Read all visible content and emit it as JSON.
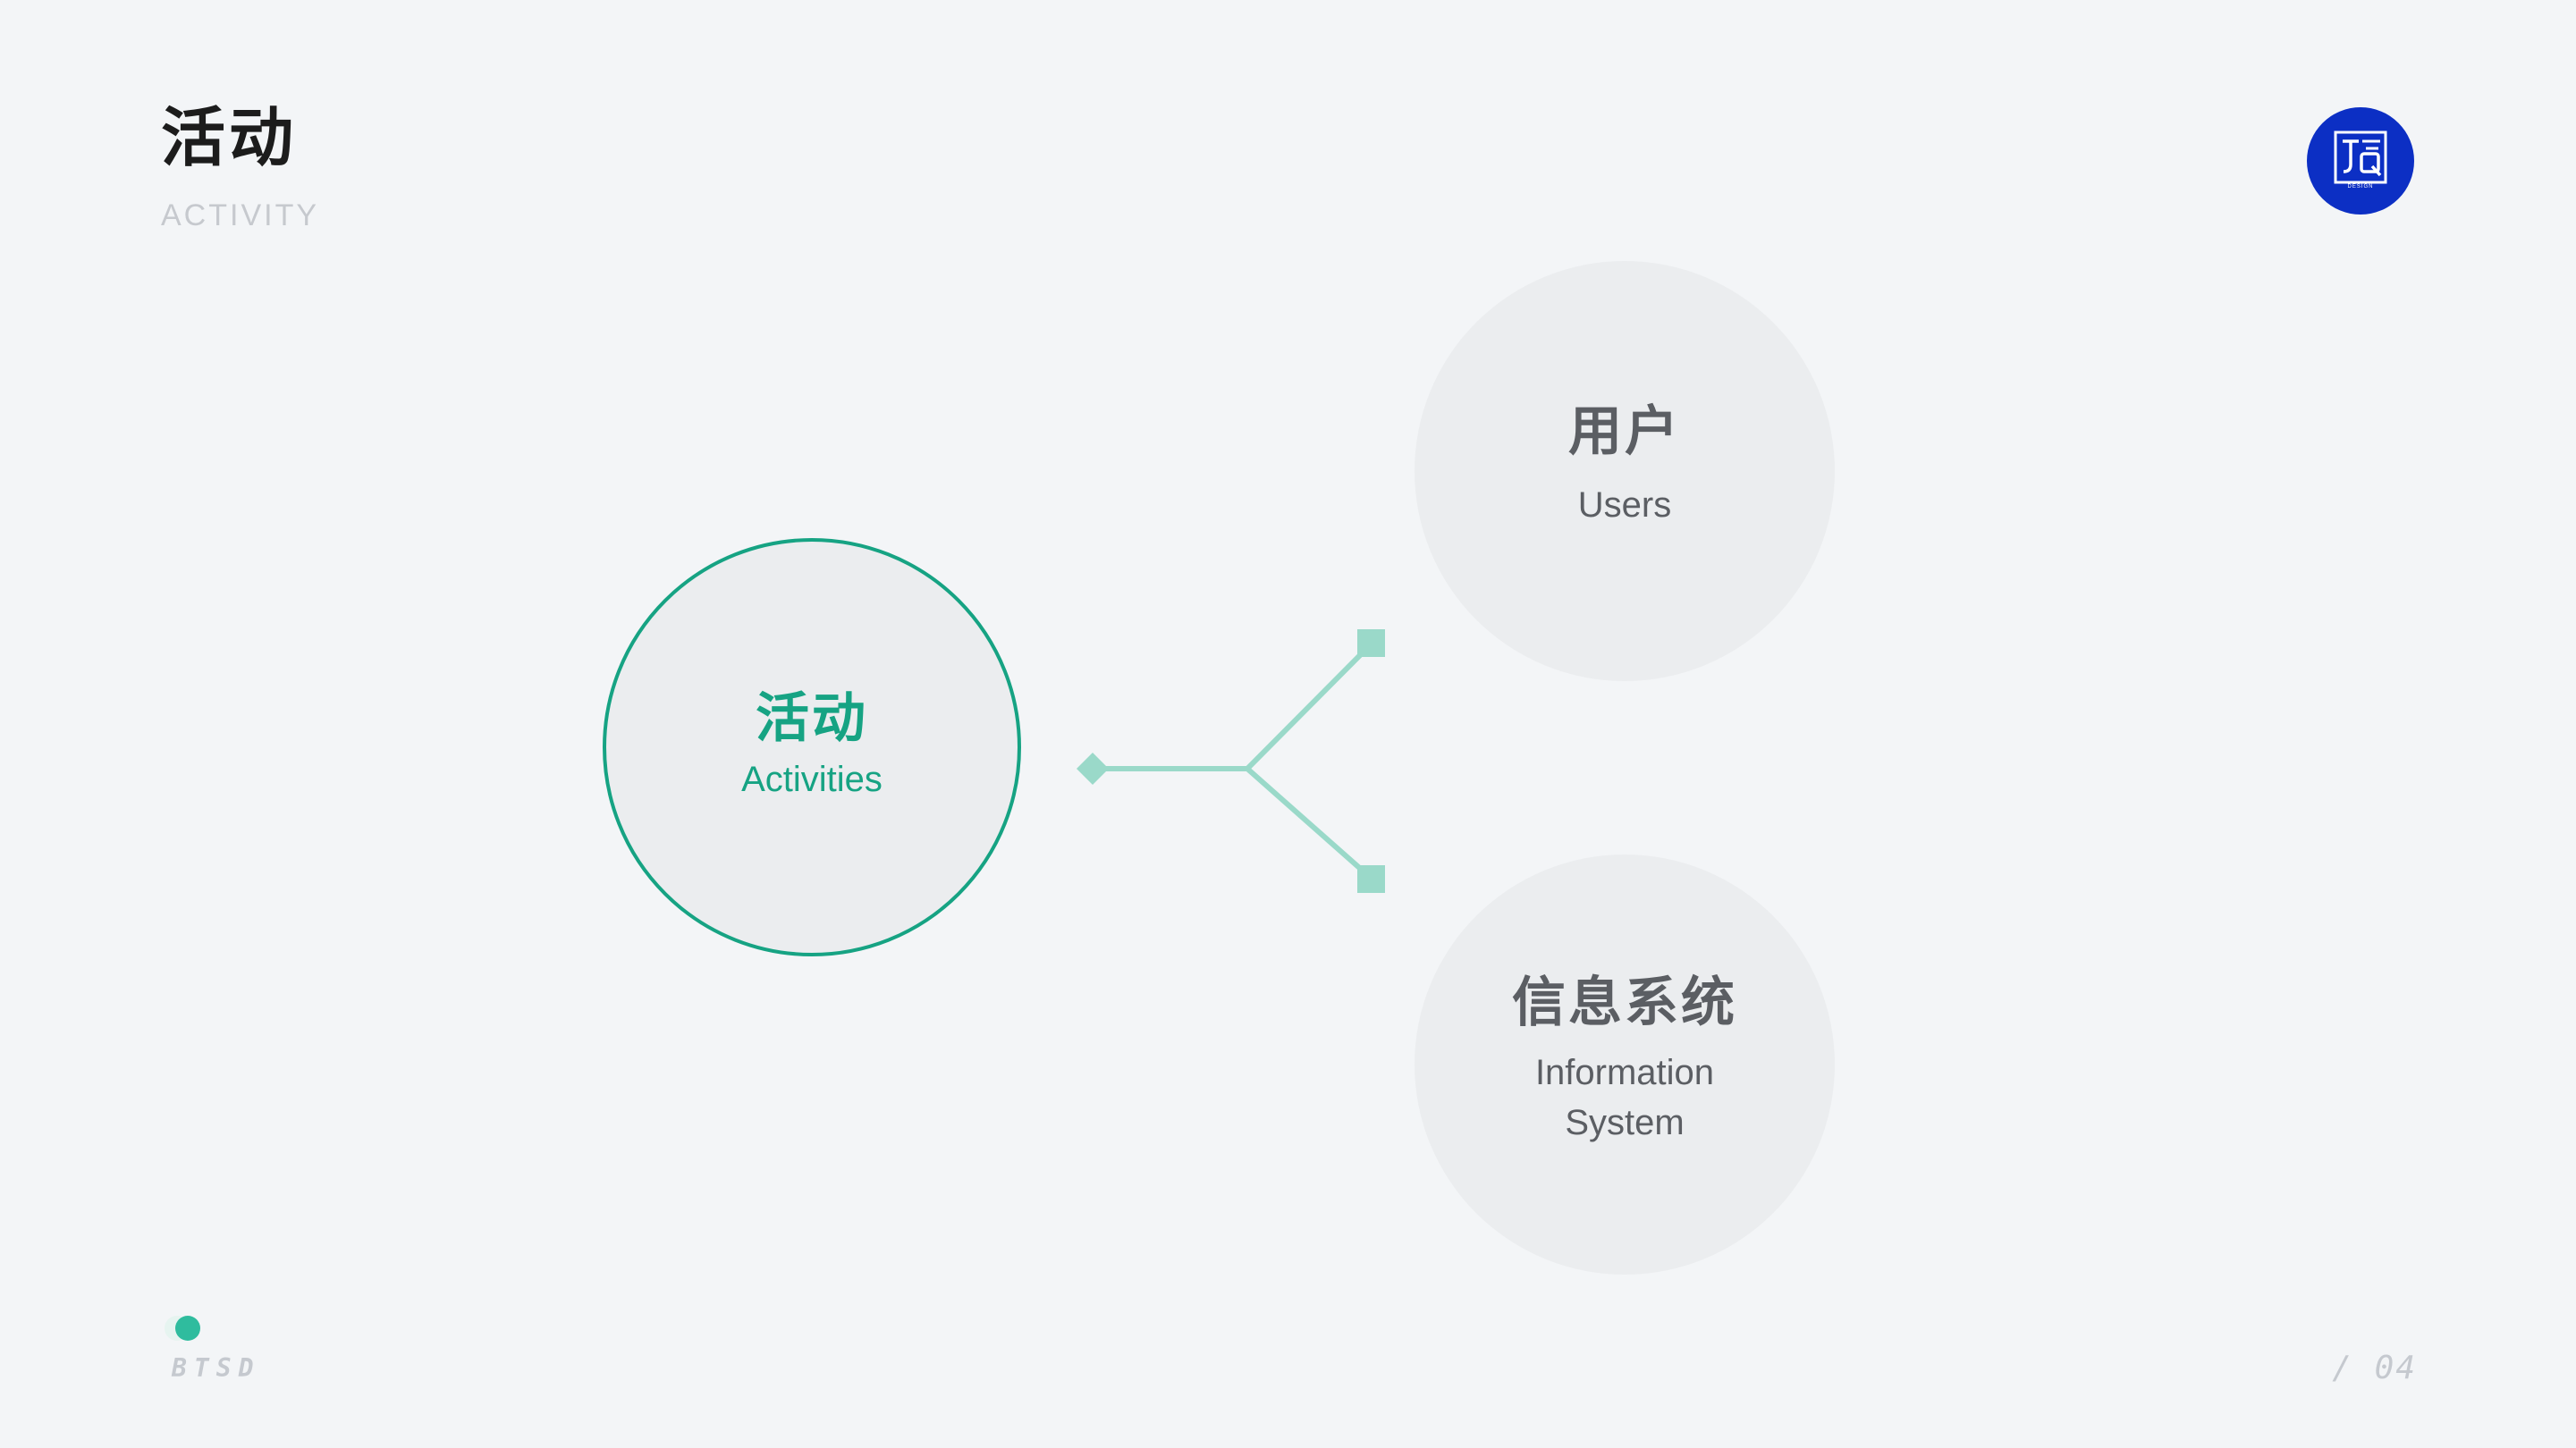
{
  "header": {
    "title": "活动",
    "subtitle": "ACTIVITY"
  },
  "logo": {
    "text": "DESIGN",
    "icon": "jq-design-logo-icon",
    "color": "#0c2fc4"
  },
  "nodes": {
    "activities": {
      "title": "活动",
      "subtitle": "Activities",
      "color": "#16a383"
    },
    "users": {
      "title": "用户",
      "subtitle": "Users"
    },
    "information_system": {
      "title": "信息系统",
      "subtitle": "Information\nSystem"
    }
  },
  "connector": {
    "color": "#9ad9c9"
  },
  "footer": {
    "brand": "BTSD",
    "page_number": "/ 04",
    "accent": "#2fbc9e"
  }
}
